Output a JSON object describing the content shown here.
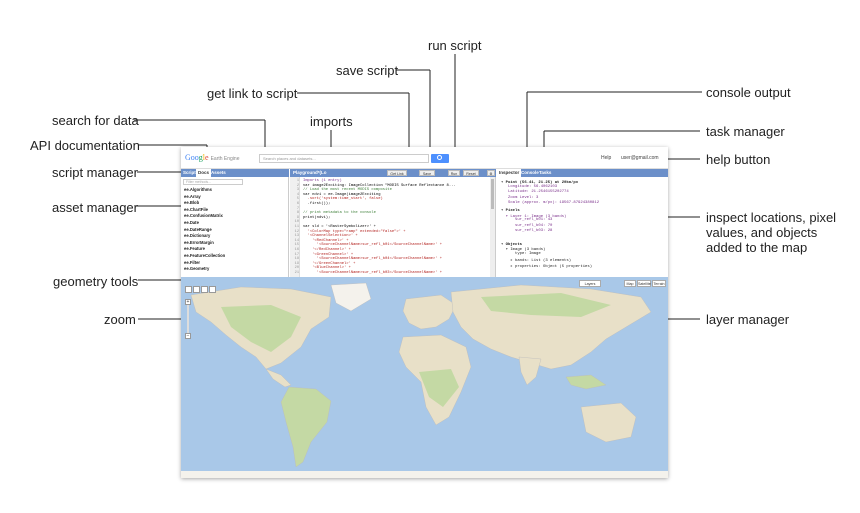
{
  "callouts": {
    "run_script": "run script",
    "save_script": "save script",
    "get_link": "get link to script",
    "search_data": "search for data",
    "imports": "imports",
    "api_docs": "API documentation",
    "script_manager": "script manager",
    "asset_manager": "asset manager",
    "geometry_tools": "geometry tools",
    "zoom": "zoom",
    "console_output": "console output",
    "task_manager": "task manager",
    "help_button": "help button",
    "inspect_line1": "inspect locations, pixel",
    "inspect_line2": "values, and objects",
    "inspect_line3": "added to the map",
    "layer_manager": "layer manager"
  },
  "topbar": {
    "logo_g": "Goo",
    "logo_o": "g",
    "logo_l": "l",
    "logo_e": "e",
    "product": "Earth Engine",
    "search_placeholder": "Search places and datasets...",
    "help": "Help",
    "account": "user@gmail.com"
  },
  "left_tabs": [
    "Scripts",
    "Docs",
    "Assets"
  ],
  "filter_placeholder": "Filter methods...",
  "docs": [
    "ee.Algorithms",
    "ee.Array",
    "ee.Blob",
    "ee.ChartFile",
    "ee.ConfusionMatrix",
    "ee.Date",
    "ee.DateRange",
    "ee.Dictionary",
    "ee.ErrorMargin",
    "ee.Feature",
    "ee.FeatureCollection",
    "ee.Filter",
    "ee.Geometry"
  ],
  "editor": {
    "title": "Playground*(Lo",
    "buttons": [
      "Get Link",
      "Save",
      "Run",
      "Reset"
    ],
    "lines": [
      {
        "n": "1",
        "t": "Imports (1 entry)",
        "c": "kw"
      },
      {
        "n": "2",
        "t": "var image2Exciting: ImageCollection \"MODIS Surface Reflectance 8...",
        "c": ""
      },
      {
        "n": "3",
        "t": "// Load the most recent MODIS composite",
        "c": "cm"
      },
      {
        "n": "4",
        "t": "var ndvi = ee.Image(image2Exciting",
        "c": ""
      },
      {
        "n": "5",
        "t": "  .sort('system:time_start', false)",
        "c": "st"
      },
      {
        "n": "6",
        "t": "  .first());",
        "c": ""
      },
      {
        "n": "7",
        "t": "",
        "c": ""
      },
      {
        "n": "8",
        "t": "// print metadata to the console",
        "c": "cm"
      },
      {
        "n": "9",
        "t": "print(ndvi);",
        "c": ""
      },
      {
        "n": "10",
        "t": "",
        "c": ""
      },
      {
        "n": "11",
        "t": "var sld = '<RasterSymbolizer>' +",
        "c": ""
      },
      {
        "n": "12",
        "t": "  '<ColorMap type=\"ramp\" extended=\"false\">' +",
        "c": "st"
      },
      {
        "n": "13",
        "t": "  '<ChannelSelection>' +",
        "c": "st"
      },
      {
        "n": "14",
        "t": "    '<RedChannel>' +",
        "c": "st"
      },
      {
        "n": "15",
        "t": "      '<SourceChannelName>sur_refl_b01</SourceChannelName>' +",
        "c": "st"
      },
      {
        "n": "16",
        "t": "    '</RedChannel>' +",
        "c": "st"
      },
      {
        "n": "17",
        "t": "    '<GreenChannel>' +",
        "c": "st"
      },
      {
        "n": "18",
        "t": "      '<SourceChannelName>sur_refl_b04</SourceChannelName>' +",
        "c": "st"
      },
      {
        "n": "19",
        "t": "    '</GreenChannel>' +",
        "c": "st"
      },
      {
        "n": "20",
        "t": "    '<BlueChannel>' +",
        "c": "st"
      },
      {
        "n": "21",
        "t": "      '<SourceChannelName>sur_refl_b03</SourceChannelName>' +",
        "c": "st"
      }
    ]
  },
  "right_tabs": [
    "Inspector",
    "Console",
    "Tasks"
  ],
  "inspector": [
    {
      "t": "▾ Point (56.41, 21.25) at 20km/px",
      "c": "b"
    },
    {
      "t": "   Longitude: 56.4062103",
      "c": "pu"
    },
    {
      "t": "   Latitude: 21.2546155202774",
      "c": "pu"
    },
    {
      "t": "   Zoom Level: 3",
      "c": "pu"
    },
    {
      "t": "   Scale (approx. m/px): 19567.87924380812",
      "c": "pu"
    },
    {
      "t": "▾ Pixels",
      "c": "b"
    },
    {
      "t": "  ▾ Layer 1: Image (3 bands)",
      "c": "pu"
    },
    {
      "t": "      sur_refl_b01: 43",
      "c": "pu"
    },
    {
      "t": "      sur_refl_b04: 70",
      "c": "pu"
    },
    {
      "t": "      sur_refl_b03: 28",
      "c": "pu"
    },
    {
      "t": "",
      "c": ""
    },
    {
      "t": "▾ Objects",
      "c": "b"
    },
    {
      "t": "  ▾ Image (3 bands)",
      "c": ""
    },
    {
      "t": "      type: Image",
      "c": ""
    },
    {
      "t": "    ▸ bands: List (3 elements)",
      "c": ""
    },
    {
      "t": "    ▸ properties: Object (5 properties)",
      "c": ""
    }
  ],
  "map": {
    "layers_button": "Layers",
    "map_types": [
      "Map",
      "Satellite",
      "Terrain"
    ],
    "colors": {
      "ocean": "#a9c8e8",
      "land": "#e8e0c8",
      "green": "#c4d9a4"
    }
  }
}
